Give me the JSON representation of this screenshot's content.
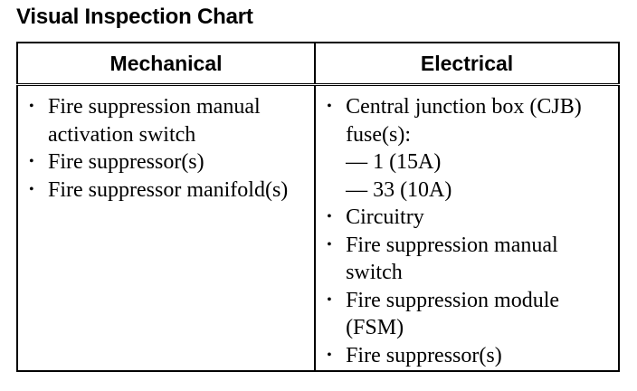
{
  "title": "Visual Inspection Chart",
  "table": {
    "headers": {
      "mechanical": "Mechanical",
      "electrical": "Electrical"
    },
    "mechanical_items": [
      "Fire suppression manual activation switch",
      "Fire suppressor(s)",
      "Fire suppressor manifold(s)"
    ],
    "electrical_items": {
      "cjb": {
        "label": "Central junction box (CJB) fuse(s):",
        "subitems": [
          "— 1 (15A)",
          "— 33 (10A)"
        ]
      },
      "rest": [
        "Circuitry",
        "Fire suppression manual switch",
        "Fire suppression module (FSM)",
        "Fire suppressor(s)"
      ]
    },
    "bullet": "•"
  }
}
